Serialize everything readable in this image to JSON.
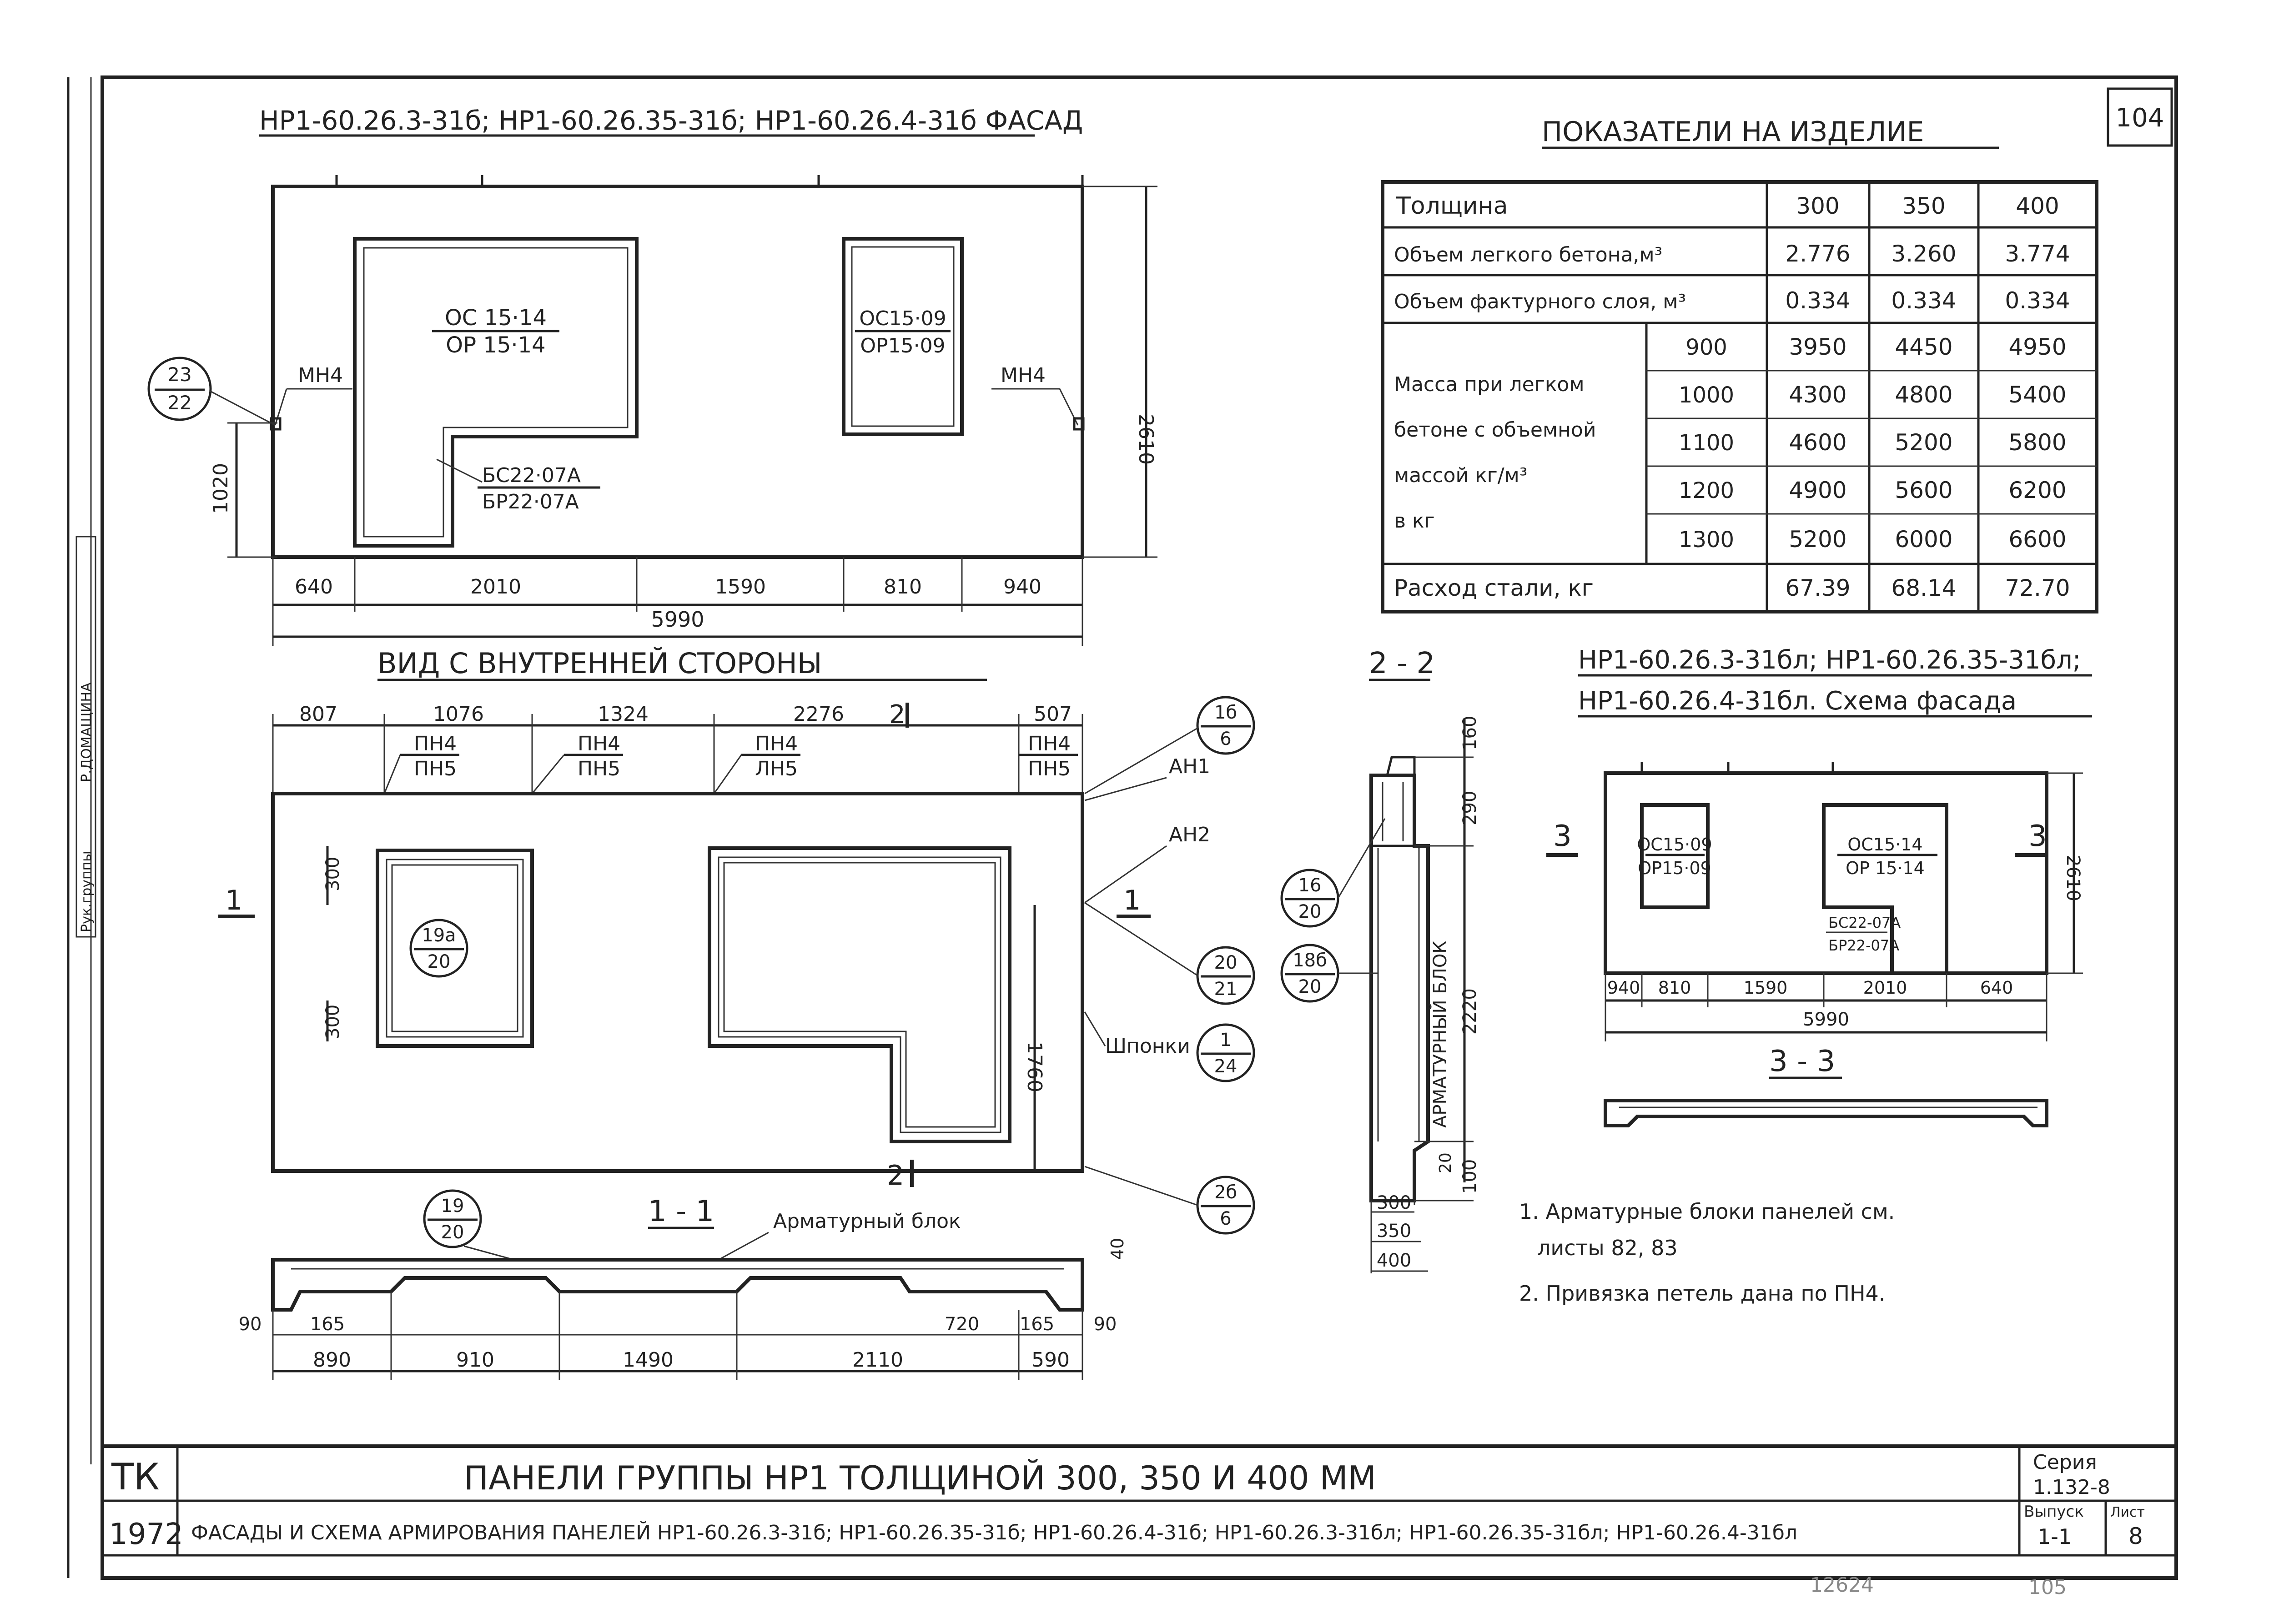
{
  "sheet_number": "104",
  "facade": {
    "title": "НР1-60.26.3-31б; НР1-60.26.35-31б; НР1-60.26.4-31б ФАСАД",
    "window_large": [
      "ОС 15·14",
      "ОР 15·14"
    ],
    "window_small": [
      "ОС15·09",
      "ОР15·09"
    ],
    "door": [
      "БС22·07А",
      "БР22·07А"
    ],
    "callout": [
      "23",
      "22"
    ],
    "mn_left": "МН4",
    "mn_right": "МН4",
    "dims_bottom": [
      "640",
      "2010",
      "1590",
      "810",
      "940"
    ],
    "dim_total": "5990",
    "dim_height": "2610",
    "dim_left": "1020"
  },
  "indicators": {
    "title": "ПОКАЗАТЕЛИ НА ИЗДЕЛИЕ",
    "header": [
      "Толщина",
      "300",
      "350",
      "400"
    ],
    "rows": [
      {
        "label": "Объем легкого бетона,м³",
        "values": [
          "2.776",
          "3.260",
          "3.774"
        ]
      },
      {
        "label": "Объем фактурного слоя, м³",
        "values": [
          "0.334",
          "0.334",
          "0.334"
        ]
      }
    ],
    "mass_label": [
      "Масса при легком",
      "бетоне с объемной",
      "массой  кг/м³",
      "в  кг"
    ],
    "mass_rows": [
      {
        "density": "900",
        "values": [
          "3950",
          "4450",
          "4950"
        ]
      },
      {
        "density": "1000",
        "values": [
          "4300",
          "4800",
          "5400"
        ]
      },
      {
        "density": "1100",
        "values": [
          "4600",
          "5200",
          "5800"
        ]
      },
      {
        "density": "1200",
        "values": [
          "4900",
          "5600",
          "6200"
        ]
      },
      {
        "density": "1300",
        "values": [
          "5200",
          "6000",
          "6600"
        ]
      }
    ],
    "steel": {
      "label": "Расход  стали,  кг",
      "values": [
        "67.39",
        "68.14",
        "72.70"
      ]
    }
  },
  "inside": {
    "title": "ВИД  С  ВНУТРЕННЕЙ  СТОРОНЫ",
    "dims_top": [
      "807",
      "1076",
      "1324",
      "2276",
      "507"
    ],
    "loop_labels": [
      [
        "ПН4",
        "ПН5"
      ],
      [
        "ПН4",
        "ПН5"
      ],
      [
        "ПН4",
        "ЛН5"
      ],
      [
        "ПН4",
        "ПН5"
      ]
    ],
    "section_mark_top": "2",
    "section_mark_bottom": "2",
    "section_mark_left": "1",
    "section_mark_right": "1",
    "callout_19a": [
      "19а",
      "20"
    ],
    "callout_16b": [
      "1б",
      "6"
    ],
    "callout_20_21": [
      "20",
      "21"
    ],
    "callout_shponki": [
      "1",
      "24"
    ],
    "callout_2b": [
      "2б",
      "6"
    ],
    "label_an1": "АН1",
    "label_an2": "АН2",
    "label_shponki": "Шпонки",
    "dim_300_a": "300",
    "dim_300_b": "300",
    "dim_1760": "1760"
  },
  "section22": {
    "title": "2 - 2",
    "dims_right": [
      "160",
      "290",
      "2220",
      "100"
    ],
    "dim_small": "20",
    "block_label": "АРМАТУРНЫЙ  БЛОК",
    "callout_16": [
      "16",
      "20"
    ],
    "callout_18b": [
      "18б",
      "20"
    ],
    "thickness": [
      "300",
      "350",
      "400"
    ]
  },
  "section11": {
    "title": "1 - 1",
    "block_label": "Арматурный  блок",
    "callout": [
      "19",
      "20"
    ],
    "dim_40": "40",
    "dims_upper": [
      "90",
      "165",
      "720",
      "165",
      "90"
    ],
    "dims_lower": [
      "890",
      "910",
      "1490",
      "2110",
      "590"
    ]
  },
  "scheme": {
    "title_line1": "НР1-60.26.3-31бл; НР1-60.26.35-31бл;",
    "title_line2": "НР1-60.26.4-31бл.  Схема фасада",
    "window_small": [
      "ОС15·09",
      "ОР15·09"
    ],
    "window_large": [
      "ОС15·14",
      "ОР 15·14"
    ],
    "door": [
      "БС22-07А",
      "БР22-07А"
    ],
    "mark_left": "3",
    "mark_right": "3",
    "dims": [
      "940",
      "810",
      "1590",
      "2010",
      "640"
    ],
    "dim_total": "5990",
    "dim_height": "2610",
    "section_title": "3 - 3"
  },
  "notes": [
    "1. Арматурные блоки панелей см.",
    "листы 82, 83",
    "2. Привязка петель дана по ПН4."
  ],
  "side_stamp": [
    "Рук.группы",
    "Р.ДОМАЩИНА"
  ],
  "title_block": {
    "org": "ТК",
    "year": "1972",
    "main_title": "ПАНЕЛИ  ГРУППЫ  НР1  ТОЛЩИНОЙ  300, 350 И 400 ММ",
    "subtitle": "ФАСАДЫ И СХЕМА АРМИРОВАНИЯ ПАНЕЛЕЙ  НР1-60.26.3-31б; НР1-60.26.35-31б; НР1-60.26.4-31б; НР1-60.26.3-31бл; НР1-60.26.35-31бл; НР1-60.26.4-31бл",
    "series_label": "Серия",
    "series": "1.132-8",
    "issue_label": "Выпуск",
    "issue": "1-1",
    "sheet_label": "Лист",
    "sheet": "8"
  },
  "footer_marks": [
    "12624",
    "105"
  ]
}
